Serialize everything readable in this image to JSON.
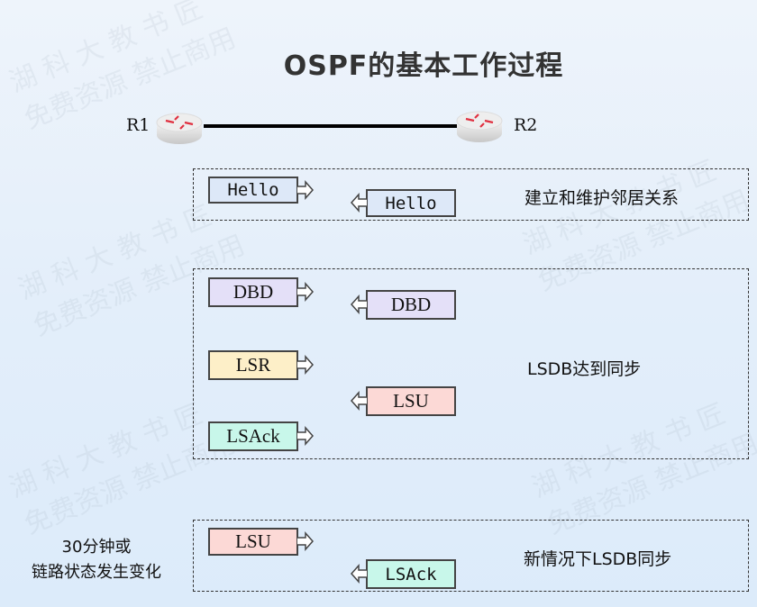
{
  "title": "OSPF的基本工作过程",
  "routers": {
    "r1": "R1",
    "r2": "R2"
  },
  "watermark": [
    "湖 科 大 教 书 匠",
    "免费资源 禁止商用"
  ],
  "colors": {
    "hello": "#dde8f8",
    "dbd": "#e4e0f8",
    "lsr": "#fdefc8",
    "lsu": "#fcd9d6",
    "lsack": "#c8f7ea"
  },
  "groups": [
    {
      "description": "建立和维护邻居关系",
      "messages": [
        {
          "label": "Hello",
          "dir": "right"
        },
        {
          "label": "Hello",
          "dir": "left"
        }
      ]
    },
    {
      "description": "LSDB达到同步",
      "messages": [
        {
          "label": "DBD",
          "dir": "right"
        },
        {
          "label": "DBD",
          "dir": "left"
        },
        {
          "label": "LSR",
          "dir": "right"
        },
        {
          "label": "LSU",
          "dir": "left"
        },
        {
          "label": "LSAck",
          "dir": "right"
        }
      ]
    },
    {
      "description": "新情况下LSDB同步",
      "trigger": [
        "30分钟或",
        "链路状态发生变化"
      ],
      "messages": [
        {
          "label": "LSU",
          "dir": "right"
        },
        {
          "label": "LSAck",
          "dir": "left"
        }
      ]
    }
  ]
}
